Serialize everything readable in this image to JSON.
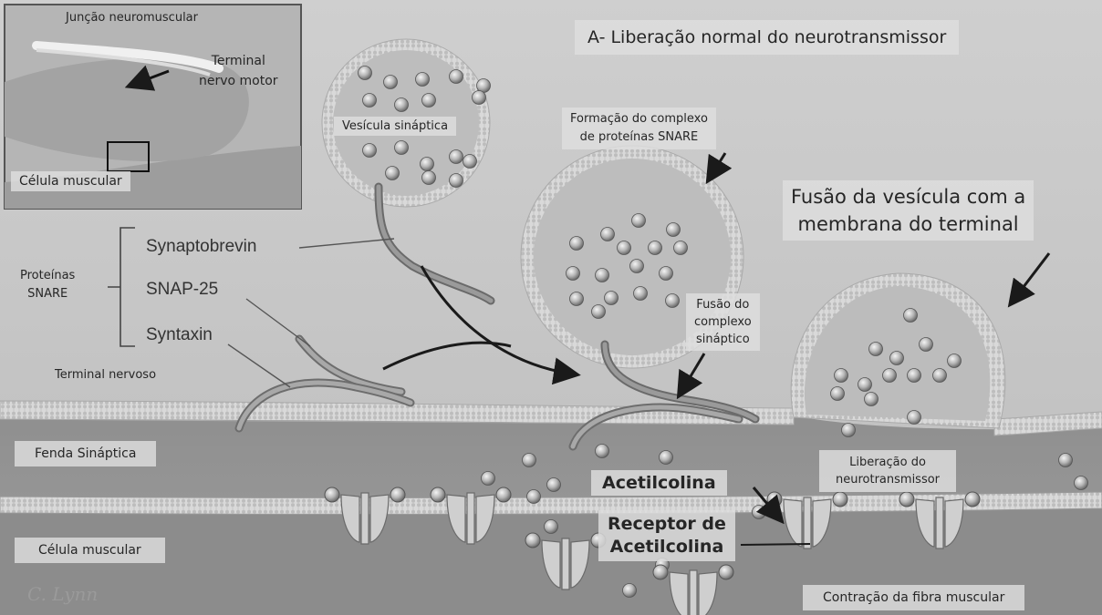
{
  "title": "A- Liberação normal do neurotransmissor",
  "inset": {
    "title": "Junção neuromuscular",
    "nerve_label": "Terminal nervo motor",
    "nerve_label_lines": [
      "Terminal",
      "nervo motor"
    ],
    "muscle_label": "Célula muscular"
  },
  "labels": {
    "vesicle": "Vesícula sináptica",
    "snare_formation_lines": [
      "Formação do complexo",
      "de proteínas SNARE"
    ],
    "fusion_vesicle_lines": [
      "Fusão da vesícula com a",
      "membrana do terminal"
    ],
    "fusion_complex_lines": [
      "Fusão do",
      "complexo",
      "sináptico"
    ],
    "snare_group_lines": [
      "Proteínas",
      "SNARE"
    ],
    "synaptobrevin": "Synaptobrevin",
    "snap25": "SNAP-25",
    "syntaxin": "Syntaxin",
    "nerve_terminal": "Terminal nervoso",
    "cleft": "Fenda Sináptica",
    "muscle_cell": "Célula muscular",
    "release_lines": [
      "Liberação do",
      "neurotransmissor"
    ],
    "acetylcholine": "Acetilcolina",
    "receptor_lines": [
      "Receptor de",
      "Acetilcolina"
    ],
    "contraction": "Contração da fibra muscular",
    "signature": "C. Lynn"
  }
}
